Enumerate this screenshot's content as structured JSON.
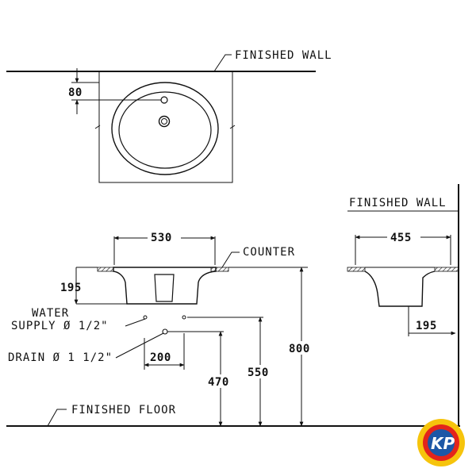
{
  "plan_view": {
    "wall_label": "FINISHED WALL",
    "offset_dim": "80"
  },
  "front_view": {
    "width_dim": "530",
    "depth_dim": "195",
    "counter_label": "COUNTER",
    "water_label_line1": "WATER",
    "water_label_line2": "SUPPLY Ø 1/2\"",
    "drain_label": "DRAIN Ø 1 1/2\"",
    "spacing_dim": "200",
    "drain_height_dim": "470",
    "supply_height_dim": "550",
    "counter_height_dim": "800",
    "floor_label": "FINISHED FLOOR"
  },
  "side_view": {
    "wall_label": "FINISHED WALL",
    "width_dim": "455",
    "offset_dim": "195"
  },
  "logo": {
    "text": "KP",
    "colors": {
      "outer": "#f6c40c",
      "ring": "#e3241b",
      "inner": "#1d57a6",
      "letters": "#ffffff"
    }
  }
}
